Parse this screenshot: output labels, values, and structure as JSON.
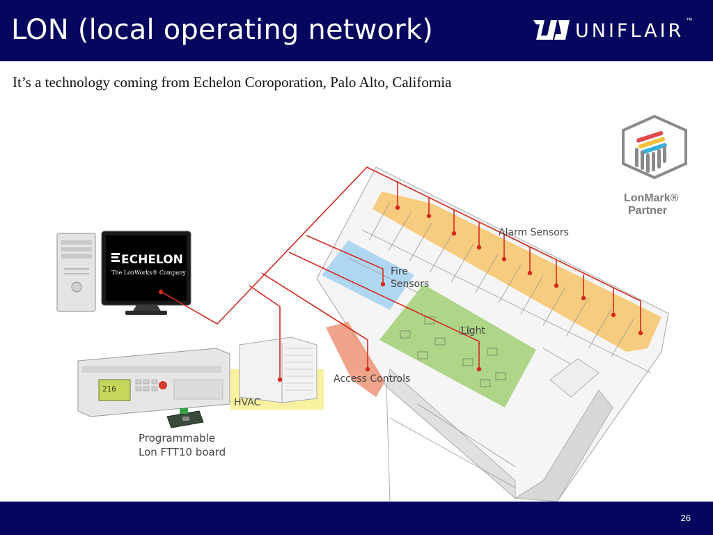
{
  "slide": {
    "title": "LON (local operating network)",
    "brand_name": "UNIFLAIR",
    "brand_tm": "™",
    "subtitle": "It’s a technology coming from Echelon Coroporation, Palo Alto, California",
    "page_number": "26"
  },
  "diagram": {
    "monitor_brand": "ECHELON",
    "monitor_tagline": "The LonWorks® Company",
    "controller_display": "216",
    "lonmark_line1": "LonMark®",
    "lonmark_line2": "Partner",
    "labels": {
      "alarm_sensors": "Alarm Sensors",
      "fire_sensors_1": "Fire",
      "fire_sensors_2": "Sensors",
      "light": "Light",
      "access_controls": "Access Controls",
      "hvac": "HVAC",
      "board_1": "Programmable",
      "board_2": "Lon FTT10 board"
    }
  },
  "colors": {
    "header_bg": "#06065e",
    "network_line": "#d42a1e",
    "alarm_zone": "#f7c66d",
    "fire_zone": "#a9d4f2",
    "light_zone": "#a6d27c",
    "access_zone": "#f09a80",
    "hvac_zone": "#f7ef96"
  },
  "icons": [
    "uniflair-logo-icon",
    "lonmark-logo-icon",
    "pc-tower-icon",
    "monitor-icon",
    "controller-icon",
    "ftt10-board-icon",
    "hvac-unit-icon",
    "building-icon"
  ]
}
